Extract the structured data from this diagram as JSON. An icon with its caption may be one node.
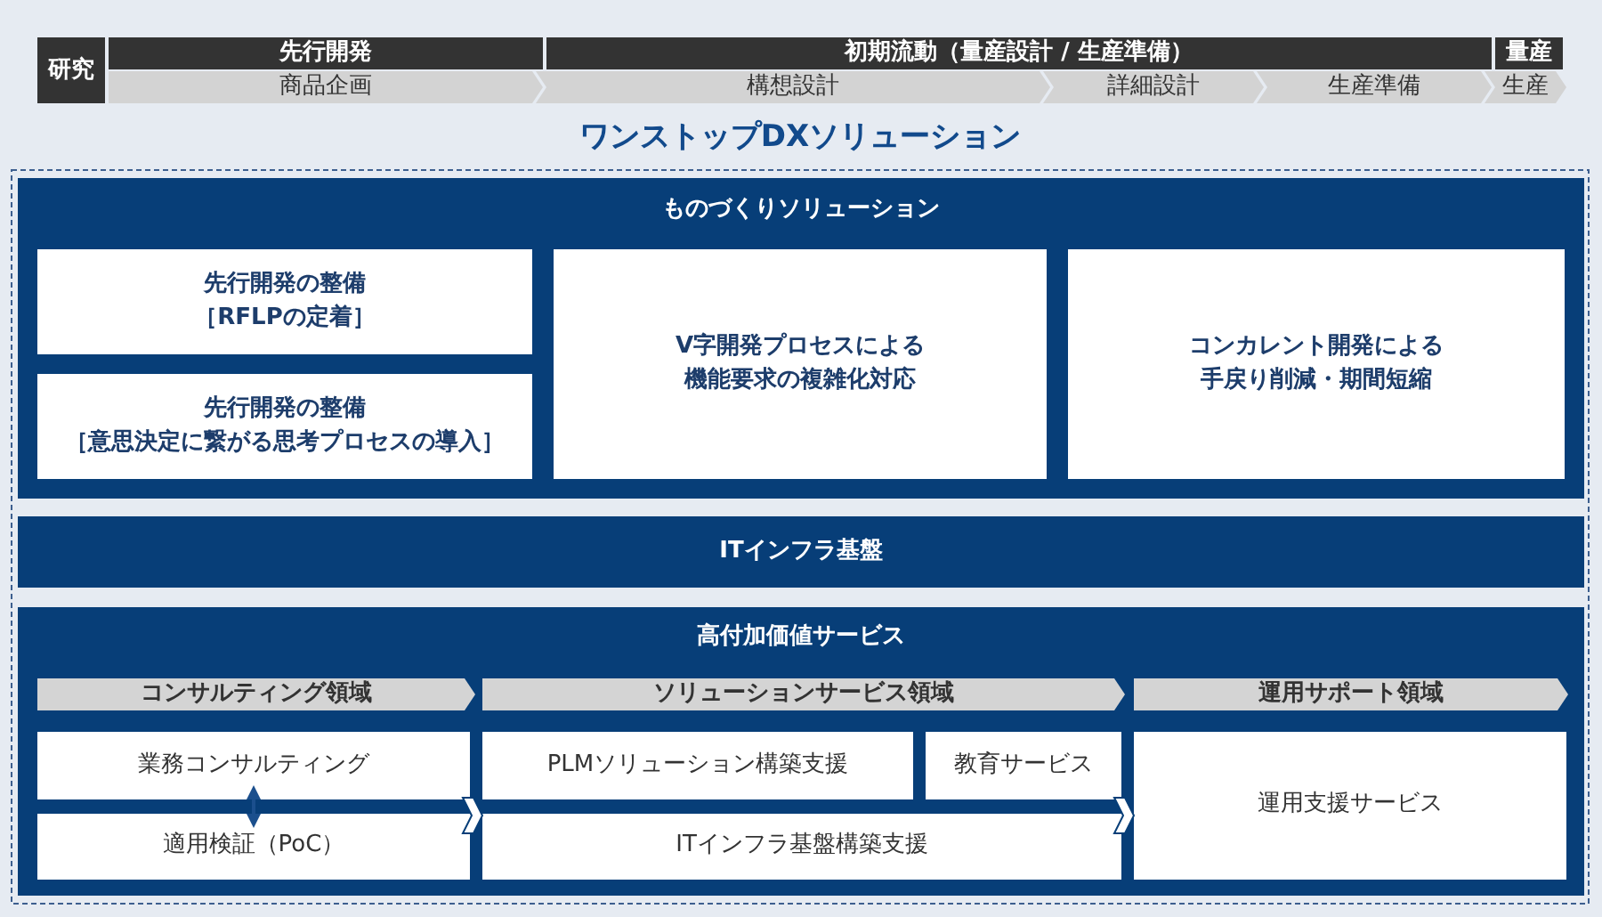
{
  "diagram": {
    "nodes": [
      {
        "text": [
          "研究"
        ]
      },
      {
        "text": [
          "先行開発"
        ]
      },
      {
        "text": [
          "初期流動（量産設計 / 生産準備）"
        ]
      },
      {
        "text": [
          "量産"
        ]
      },
      {
        "text": [
          "商品企画"
        ]
      },
      {
        "text": [
          "構想設計"
        ]
      },
      {
        "text": [
          "詳細設計"
        ]
      },
      {
        "text": [
          "生産準備"
        ]
      },
      {
        "text": [
          "生産"
        ]
      },
      {
        "text": [
          "ワンストップDXソリューション"
        ]
      },
      {
        "text": [
          "ものづくりソリューション"
        ],
        "in": 9
      },
      {
        "text": [
          "先行開発の整備",
          "［RFLPの定着］"
        ],
        "in": 10
      },
      {
        "text": [
          "先行開発の整備",
          "［意思決定に繋がる思考プロセスの導入］"
        ],
        "in": 10
      },
      {
        "text": [
          "V字開発プロセスによる機能要求の複雑化対応"
        ],
        "in": 10
      },
      {
        "text": [
          "コンカレント開発による手戻り削減・期間短縮"
        ],
        "in": 10
      },
      {
        "text": [
          "ITインフラ基盤"
        ],
        "in": 9
      },
      {
        "text": [
          "高付加価値サービス"
        ],
        "in": 9
      },
      {
        "text": [
          "コンサルティング領域"
        ],
        "in": 16
      },
      {
        "text": [
          "ソリューションサービス領域"
        ],
        "in": 16
      },
      {
        "text": [
          "運用サポート領域"
        ],
        "in": 16
      },
      {
        "text": [
          "業務コンサルティング"
        ],
        "in": 16
      },
      {
        "text": [
          "PLMソリューション構築支援"
        ],
        "in": 16
      },
      {
        "text": [
          "教育サービス"
        ],
        "in": 16
      },
      {
        "text": [
          "運用支援サービス"
        ],
        "in": 16
      },
      {
        "text": [
          "適用検証（PoC）"
        ],
        "in": 16
      },
      {
        "text": [
          "ITインフラ基盤構築支援"
        ],
        "in": 16
      }
    ],
    "edges": [
      {
        "from": 20,
        "to": 24,
        "arrow": "both",
        "color": "#1b4f8d"
      },
      {
        "from": 24,
        "to": 25,
        "arrow": "to"
      },
      {
        "from": 25,
        "to": 23,
        "arrow": "to"
      }
    ]
  }
}
